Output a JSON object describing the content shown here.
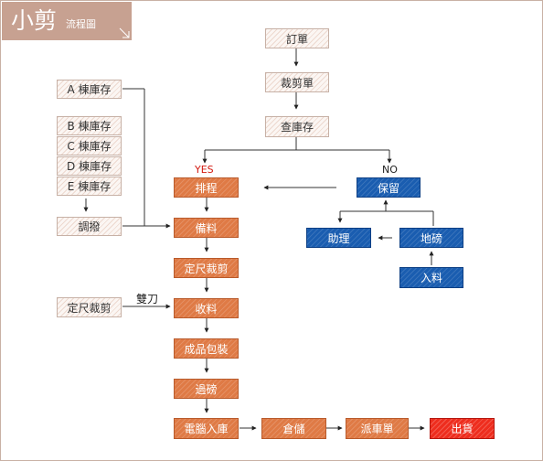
{
  "header": {
    "title": "小剪",
    "subtitle": "流程圖"
  },
  "nodes": {
    "order": "訂單",
    "cut_order": "裁剪單",
    "check_stock": "查庫存",
    "schedule": "排程",
    "prepare": "備料",
    "cut_to_size": "定尺裁剪",
    "receive": "收料",
    "pack": "成品包裝",
    "weigh": "過磅",
    "pc_entry": "電腦入庫",
    "warehouse": "倉儲",
    "dispatch": "派車單",
    "ship": "出貨",
    "reserve": "保留",
    "assist": "助理",
    "scale": "地磅",
    "incoming": "入料",
    "stock_a": "A 棟庫存",
    "stock_b": "B 棟庫存",
    "stock_c": "C 棟庫存",
    "stock_d": "D 棟庫存",
    "stock_e": "E 棟庫存",
    "transfer": "調撥",
    "left_cut": "定尺裁剪"
  },
  "labels": {
    "yes": "YES",
    "no": "NO",
    "shuangdao": "雙刀"
  },
  "colors": {
    "process": "#df7a45",
    "reserve_branch": "#1a5db0",
    "final": "#ee2d1e",
    "input": "#fbf6f3",
    "header": "#c7a191"
  }
}
